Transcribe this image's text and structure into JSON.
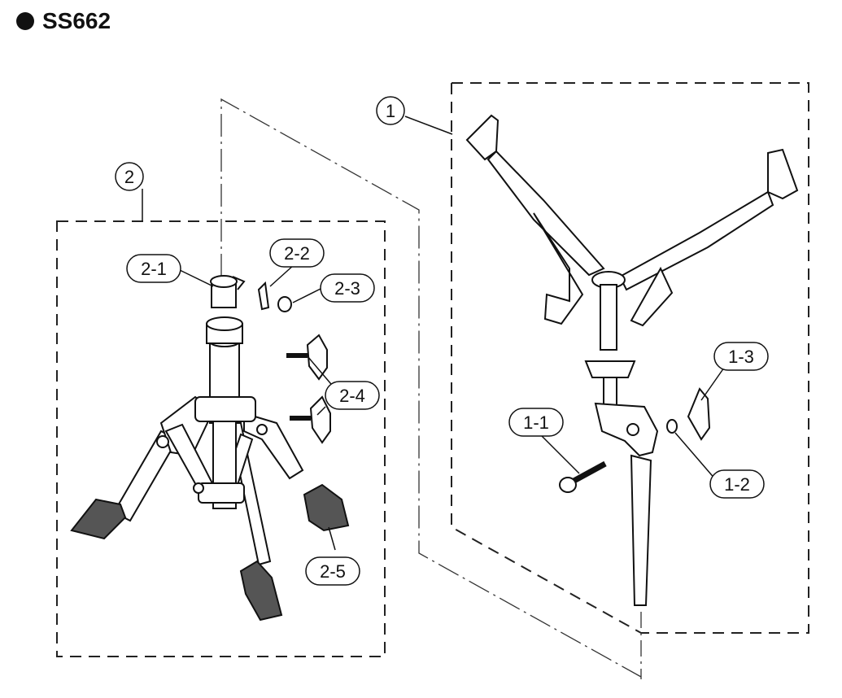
{
  "title": "SS662",
  "groups": [
    {
      "id": "1",
      "label": "1"
    },
    {
      "id": "2",
      "label": "2"
    }
  ],
  "parts": {
    "p2_1": "2-1",
    "p2_2": "2-2",
    "p2_3": "2-3",
    "p2_4": "2-4",
    "p2_5": "2-5",
    "p1_1": "1-1",
    "p1_2": "1-2",
    "p1_3": "1-3"
  }
}
